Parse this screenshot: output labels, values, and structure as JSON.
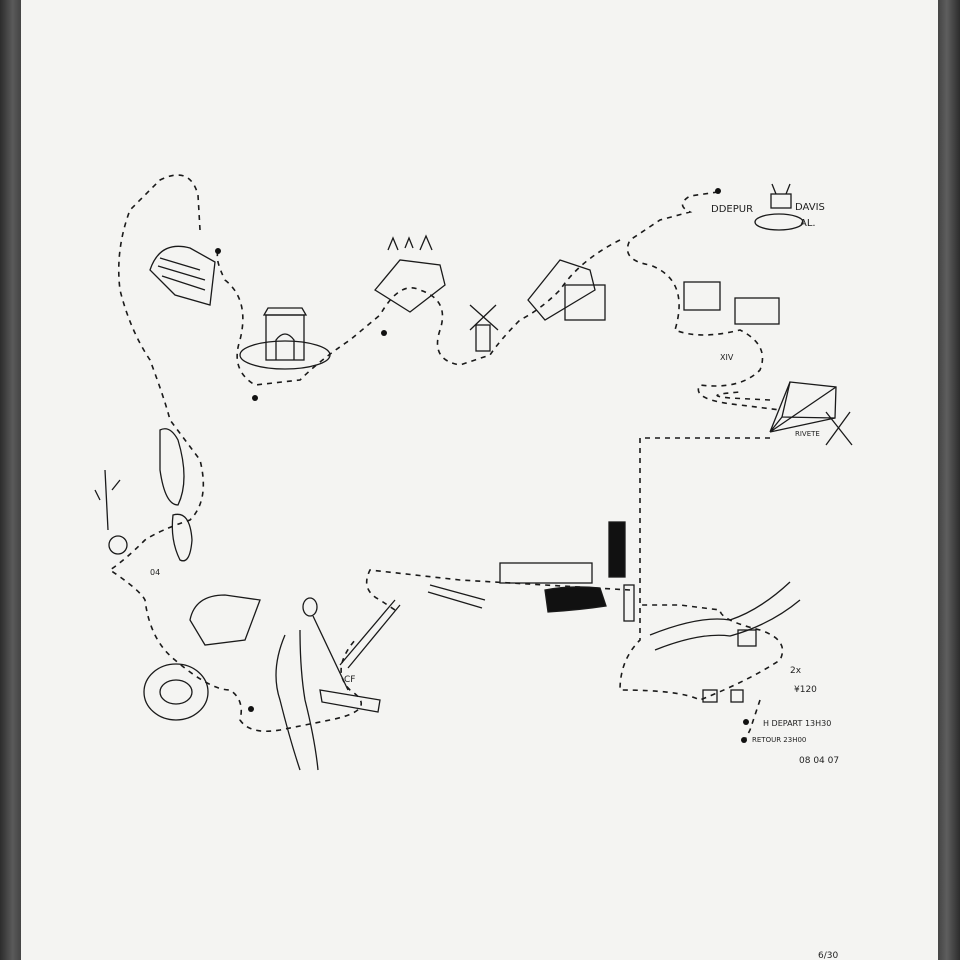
{
  "artwork": {
    "labels": {
      "depart_top": "DDEPUR",
      "davis": "DAVIS",
      "al": "AL.",
      "roman": "XIV",
      "rivete": "RIVETE",
      "bikes": "2x",
      "price": "¥120",
      "cf": "CF",
      "number": "04",
      "depart": "H DEPART 13H30",
      "retour": "RETOUR 23H00",
      "date": "08 04 07",
      "edition": "6/30"
    },
    "ink_color": "#1a1a1a",
    "paper_color": "#f4f4f2",
    "frame_color": "#3a3a3a"
  }
}
